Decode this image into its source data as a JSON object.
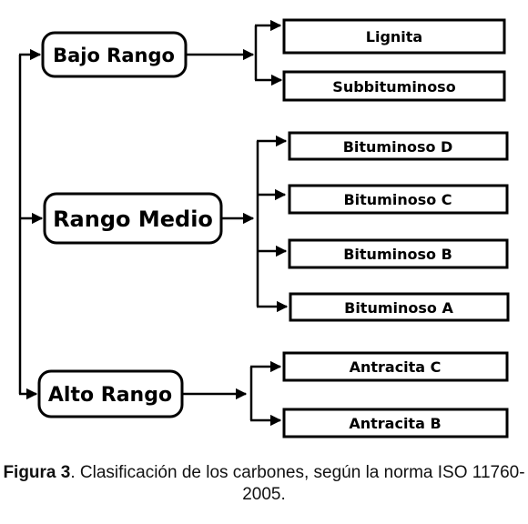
{
  "ranks": {
    "bajo": {
      "label": "Bajo Rango",
      "types": [
        "Lignita",
        "Subbituminoso"
      ]
    },
    "medio": {
      "label": "Rango Medio",
      "types": [
        "Bituminoso D",
        "Bituminoso C",
        "Bituminoso B",
        "Bituminoso A"
      ]
    },
    "alto": {
      "label": "Alto Rango",
      "types": [
        "Antracita C",
        "Antracita B"
      ]
    }
  },
  "caption": {
    "figure_label": "Figura 3",
    "text": ". Clasificación de los carbones, según la norma ISO 11760-2005."
  }
}
